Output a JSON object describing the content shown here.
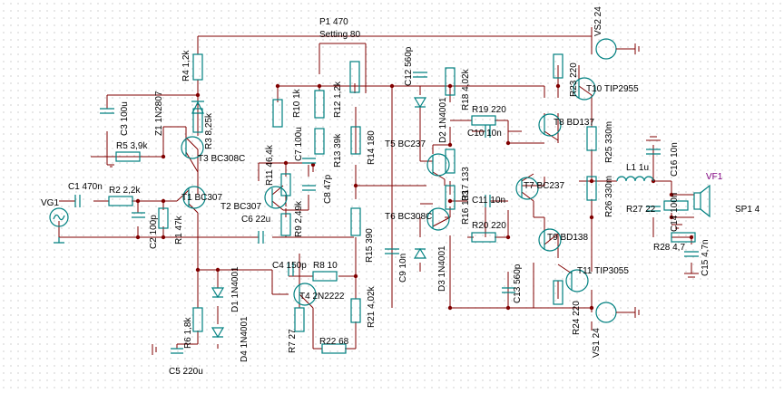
{
  "colors": {
    "background": "#ffffff",
    "wire": "#800000",
    "component": "#008080",
    "label": "#000000",
    "probe": "#800080"
  },
  "labels": {
    "P1": "P1 470",
    "P1_setting": "Setting 80",
    "R4": "R4 1,2k",
    "R3": "R3 8,25k",
    "R5": "R5 3,9k",
    "Z1": "Z1 1N2807",
    "C3": "C3 100u",
    "T3": "T3 BC308C",
    "C1": "C1 470n",
    "R2": "R2 2,2k",
    "VG1": "VG1",
    "T1": "T1 BC307",
    "C2": "C2 100p",
    "R1": "R1 47k",
    "R10": "R10 1k",
    "R12": "R12 1,2k",
    "R13": "R13 39k",
    "R14": "R14 180",
    "R11": "R11 46,4k",
    "C7": "C7 100u",
    "C8": "C8 47p",
    "T2": "T2 BC307",
    "C6": "C6 22u",
    "R9": "R9 2,49k",
    "C12": "C12 560p",
    "D2": "D2 1N4001",
    "R18": "R18 4,02k",
    "R19": "R19 220",
    "C10": "C10 10n",
    "T5": "T5 BC237",
    "R17": "R17 133",
    "R16": "R16 133",
    "C11": "C11 10n",
    "R20": "R20 220",
    "T6": "T6 BC308C",
    "T7": "T7 BC237",
    "T8": "T8 BD137",
    "T10": "T10 TIP2955",
    "R23": "R23 220",
    "VS2": "VS2 24",
    "R25": "R25 330m",
    "R26": "R26 330m",
    "L1": "L1 1u",
    "C16": "C16 10n",
    "VF1": "VF1",
    "R27": "R27 22",
    "C14": "C14 100n",
    "SP1": "SP1 4",
    "R28": "R28 4,7",
    "C15": "C15 4,7n",
    "T9": "T9 BD138",
    "T11": "T11 TIP3055",
    "C13": "C13 560p",
    "R24": "R24 220",
    "VS1": "VS1 24",
    "R15": "R15 390",
    "C9": "C9 10n",
    "D3": "D3 1N4001",
    "R21": "R21 4,02k",
    "C4": "C4 150p",
    "R8": "R8 10",
    "T4": "T4 2N2222",
    "D1": "D1 1N4001",
    "D4": "D4 1N4001",
    "R7": "R7 27",
    "R22": "R22 68",
    "R6": "R6 1,8k",
    "C5": "C5 220u"
  }
}
